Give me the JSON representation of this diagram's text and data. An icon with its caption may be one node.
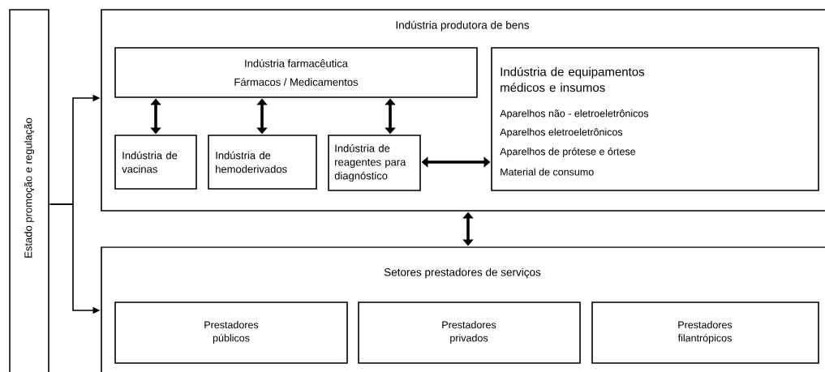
{
  "diagram": {
    "nodes": [
      {
        "text": [
          "Estado promoção e regulação"
        ]
      },
      {
        "text": [
          "Indústria produtora de bens"
        ]
      },
      {
        "text": [
          "Indústria farmacêutica",
          "Fármacos / Medicamentos"
        ],
        "in": 1
      },
      {
        "text": [
          "Indústria de vacinas"
        ],
        "in": 1
      },
      {
        "text": [
          "Indústria de hemoderivados"
        ],
        "in": 1
      },
      {
        "text": [
          "Indústria de reagentes para diagnóstico"
        ],
        "in": 1
      },
      {
        "text": [
          "Indústria de equipamentos médicos e insumos",
          "Aparelhos não - eletroeletrônicos",
          "Aparelhos eletroeletrônicos",
          "Aparelhos de prótese e órtese",
          "Material de consumo"
        ],
        "in": 1
      },
      {
        "text": [
          "Setores prestadores de serviços"
        ]
      },
      {
        "text": [
          "Prestadores públicos"
        ],
        "in": 7
      },
      {
        "text": [
          "Prestadores privados"
        ],
        "in": 7
      },
      {
        "text": [
          "Prestadores filantrópicos"
        ],
        "in": 7
      }
    ],
    "edges": [
      {
        "from": 0,
        "to": 1,
        "arrow": "to"
      },
      {
        "from": 0,
        "to": 7,
        "arrow": "to"
      },
      {
        "from": 2,
        "to": 3,
        "arrow": "both"
      },
      {
        "from": 2,
        "to": 4,
        "arrow": "both"
      },
      {
        "from": 2,
        "to": 5,
        "arrow": "both"
      },
      {
        "from": 5,
        "to": 6,
        "arrow": "both"
      },
      {
        "from": 1,
        "to": 7,
        "arrow": "both"
      }
    ]
  }
}
